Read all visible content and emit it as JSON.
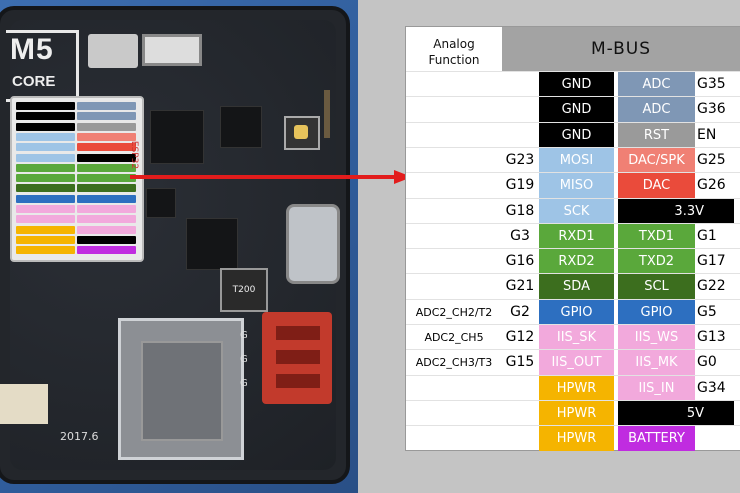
{
  "colors": {
    "black": "#000000",
    "gray_blue": "#7f97b5",
    "gray": "#9a9a9a",
    "light_blue": "#9ec4e6",
    "salmon": "#f08074",
    "red": "#ea4b3b",
    "green": "#5aa83b",
    "dark_green": "#3c6e1e",
    "blue": "#2d6fc0",
    "pink": "#f2a9dc",
    "orange": "#f5b400",
    "purple": "#c02ce0",
    "arrow": "#e21c1c"
  },
  "photo": {
    "logo_main": "M5",
    "logo_sub": "CORE",
    "chip_label": "ESP32",
    "inductor_label": "T200",
    "date_label": "2017.6",
    "connector_labels": [
      "G",
      "G",
      "G"
    ]
  },
  "table": {
    "analog_header": "Analog Function",
    "mbus_header": "M-BUS",
    "rows": [
      {
        "analog": "",
        "lpin": "",
        "lname": "GND",
        "lcolor": "#000000",
        "lfg": "#ffffff",
        "rname": "ADC",
        "rcolor": "#7f97b5",
        "rfg": "#ffffff",
        "rpin": "G35"
      },
      {
        "analog": "",
        "lpin": "",
        "lname": "GND",
        "lcolor": "#000000",
        "lfg": "#ffffff",
        "rname": "ADC",
        "rcolor": "#7f97b5",
        "rfg": "#ffffff",
        "rpin": "G36"
      },
      {
        "analog": "",
        "lpin": "",
        "lname": "GND",
        "lcolor": "#000000",
        "lfg": "#ffffff",
        "rname": "RST",
        "rcolor": "#9a9a9a",
        "rfg": "#ffffff",
        "rpin": "EN"
      },
      {
        "analog": "",
        "lpin": "G23",
        "lname": "MOSI",
        "lcolor": "#9ec4e6",
        "lfg": "#ffffff",
        "rname": "DAC/SPK",
        "rcolor": "#f08074",
        "rfg": "#ffffff",
        "rpin": "G25"
      },
      {
        "analog": "",
        "lpin": "G19",
        "lname": "MISO",
        "lcolor": "#9ec4e6",
        "lfg": "#ffffff",
        "rname": "DAC",
        "rcolor": "#ea4b3b",
        "rfg": "#ffffff",
        "rpin": "G26"
      },
      {
        "analog": "",
        "lpin": "G18",
        "lname": "SCK",
        "lcolor": "#9ec4e6",
        "lfg": "#ffffff",
        "rname": "3.3V",
        "rcolor": "#000000",
        "rfg": "#ffffff",
        "rpin": ""
      },
      {
        "analog": "",
        "lpin": "G3",
        "lname": "RXD1",
        "lcolor": "#5aa83b",
        "lfg": "#ffffff",
        "rname": "TXD1",
        "rcolor": "#5aa83b",
        "rfg": "#ffffff",
        "rpin": "G1"
      },
      {
        "analog": "",
        "lpin": "G16",
        "lname": "RXD2",
        "lcolor": "#5aa83b",
        "lfg": "#ffffff",
        "rname": "TXD2",
        "rcolor": "#5aa83b",
        "rfg": "#ffffff",
        "rpin": "G17"
      },
      {
        "analog": "",
        "lpin": "G21",
        "lname": "SDA",
        "lcolor": "#3c6e1e",
        "lfg": "#ffffff",
        "rname": "SCL",
        "rcolor": "#3c6e1e",
        "rfg": "#ffffff",
        "rpin": "G22"
      },
      {
        "analog": "ADC2_CH2/T2",
        "lpin": "G2",
        "lname": "GPIO",
        "lcolor": "#2d6fc0",
        "lfg": "#ffffff",
        "rname": "GPIO",
        "rcolor": "#2d6fc0",
        "rfg": "#ffffff",
        "rpin": "G5"
      },
      {
        "analog": "ADC2_CH5",
        "lpin": "G12",
        "lname": "IIS_SK",
        "lcolor": "#f2a9dc",
        "lfg": "#ffffff",
        "rname": "IIS_WS",
        "rcolor": "#f2a9dc",
        "rfg": "#ffffff",
        "rpin": "G13"
      },
      {
        "analog": "ADC2_CH3/T3",
        "lpin": "G15",
        "lname": "IIS_OUT",
        "lcolor": "#f2a9dc",
        "lfg": "#ffffff",
        "rname": "IIS_MK",
        "rcolor": "#f2a9dc",
        "rfg": "#ffffff",
        "rpin": "G0"
      },
      {
        "analog": "",
        "lpin": "",
        "lname": "HPWR",
        "lcolor": "#f5b400",
        "lfg": "#ffffff",
        "rname": "IIS_IN",
        "rcolor": "#f2a9dc",
        "rfg": "#ffffff",
        "rpin": "G34"
      },
      {
        "analog": "",
        "lpin": "",
        "lname": "HPWR",
        "lcolor": "#f5b400",
        "lfg": "#ffffff",
        "rname": "5V",
        "rcolor": "#000000",
        "rfg": "#ffffff",
        "rpin": ""
      },
      {
        "analog": "",
        "lpin": "",
        "lname": "HPWR",
        "lcolor": "#f5b400",
        "lfg": "#ffffff",
        "rname": "BATTERY",
        "rcolor": "#c02ce0",
        "rfg": "#ffffff",
        "rpin": ""
      }
    ]
  }
}
